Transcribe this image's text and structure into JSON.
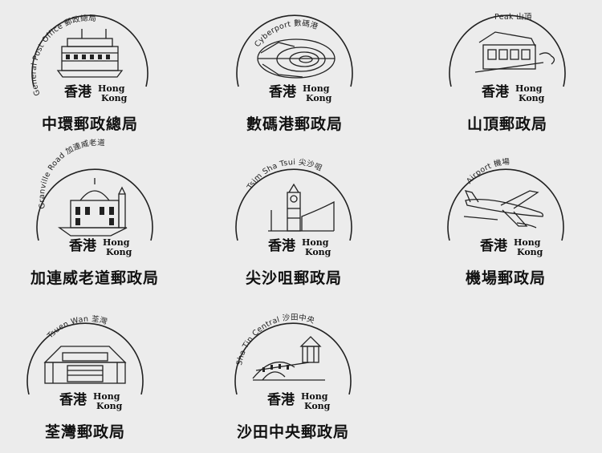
{
  "stamps": [
    {
      "arc_text": "General Post Office 郵政總局",
      "hk_cn": "香港",
      "hk_en_1": "Hong",
      "hk_en_2": "Kong",
      "caption": "中環郵政總局",
      "icon": "ferry-building-icon"
    },
    {
      "arc_text": "Cyberport 數碼港",
      "hk_cn": "香港",
      "hk_en_1": "Hong",
      "hk_en_2": "Kong",
      "caption": "數碼港郵政局",
      "icon": "cyberport-building-icon"
    },
    {
      "arc_text": "Peak 山頂",
      "hk_cn": "香港",
      "hk_en_1": "Hong",
      "hk_en_2": "Kong",
      "caption": "山頂郵政局",
      "icon": "peak-tram-icon"
    },
    {
      "arc_text": "Granville Road 加連威老道",
      "hk_cn": "香港",
      "hk_en_1": "Hong",
      "hk_en_2": "Kong",
      "caption": "加連威老道郵政局",
      "icon": "mosque-icon"
    },
    {
      "arc_text": "Tsim Sha Tsui 尖沙咀",
      "hk_cn": "香港",
      "hk_en_1": "Hong",
      "hk_en_2": "Kong",
      "caption": "尖沙咀郵政局",
      "icon": "clock-tower-icon"
    },
    {
      "arc_text": "Airport 機場",
      "hk_cn": "香港",
      "hk_en_1": "Hong",
      "hk_en_2": "Kong",
      "caption": "機場郵政局",
      "icon": "airplane-icon"
    },
    {
      "arc_text": "Tsuen Wan 荃灣",
      "hk_cn": "香港",
      "hk_en_1": "Hong",
      "hk_en_2": "Kong",
      "caption": "荃灣郵政局",
      "icon": "walled-house-icon"
    },
    {
      "arc_text": "Sha Tin Central 沙田中央",
      "hk_cn": "香港",
      "hk_en_1": "Hong",
      "hk_en_2": "Kong",
      "caption": "沙田中央郵政局",
      "icon": "bridge-pavilion-icon"
    }
  ]
}
